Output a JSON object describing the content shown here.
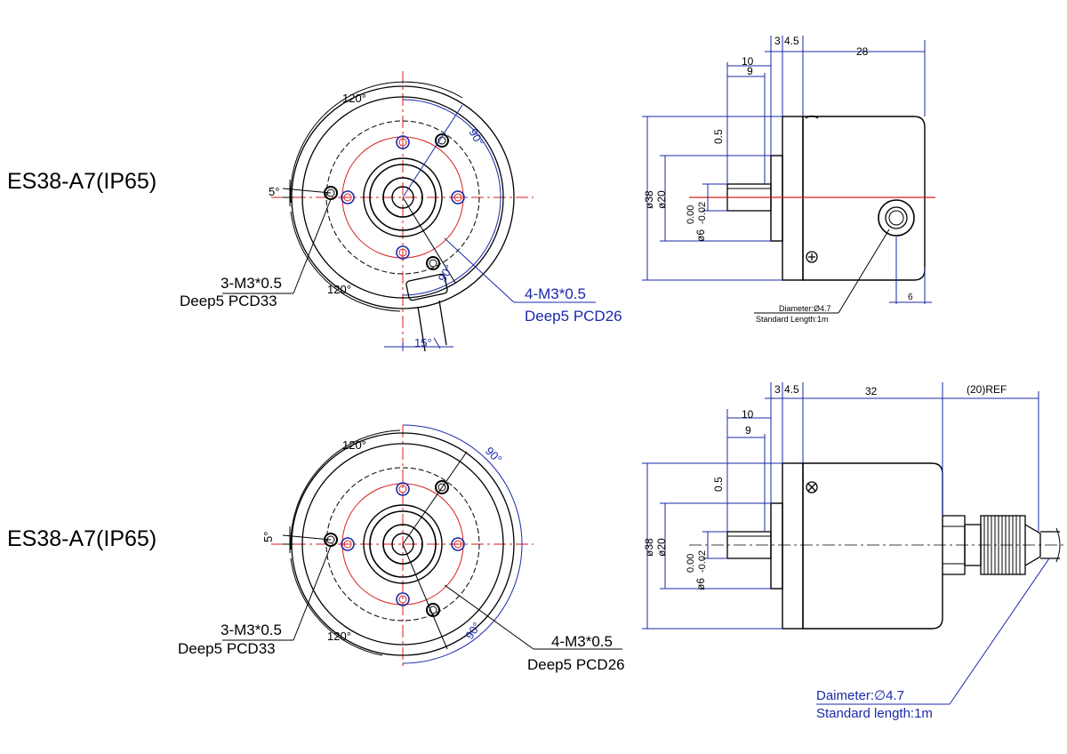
{
  "drawing_1": {
    "model": "ES38-A7(IP65)",
    "front": {
      "angle_a": "120°",
      "angle_b": "120°",
      "angle_c": "90°",
      "angle_d": "90°",
      "angle_e": "5°",
      "angle_f": "15°",
      "holes_outer_line1": "3-M3*0.5",
      "holes_outer_line2": "Deep5 PCD33",
      "holes_inner_line1": "4-M3*0.5",
      "holes_inner_line2": "Deep5 PCD26"
    },
    "side": {
      "d_3": "3",
      "d_45": "4.5",
      "d_28": "28",
      "d_10": "10",
      "d_9": "9",
      "d_05": "0.5",
      "d_38": "ø38",
      "d_20": "ø20",
      "d_6": "ø6",
      "d_tol": "0.00",
      "d_tol2": "-0.02",
      "d_6b": "6",
      "cable_1": "Diameter:Ø4.7",
      "cable_2": "Standard Length:1m"
    }
  },
  "drawing_2": {
    "model": "ES38-A7(IP65)",
    "front": {
      "angle_a": "120°",
      "angle_b": "120°",
      "angle_c": "90°",
      "angle_d": "90°",
      "angle_e": "5°",
      "holes_outer_line1": "3-M3*0.5",
      "holes_outer_line2": "Deep5 PCD33",
      "holes_inner_line1": "4-M3*0.5",
      "holes_inner_line2": "Deep5 PCD26"
    },
    "side": {
      "d_3": "3",
      "d_45": "4.5",
      "d_32": "32",
      "d_ref": "(20)REF",
      "d_10": "10",
      "d_9": "9",
      "d_05": "0.5",
      "d_38": "ø38",
      "d_20": "ø20",
      "d_6": "ø6",
      "d_tol": "0.00",
      "d_tol2": "-0.02",
      "cable_1": "Daimeter:∅4.7",
      "cable_2": "Standard length:1m"
    }
  },
  "colors": {
    "line": "#000000",
    "dimension": "#1a2aa8",
    "centerline": "#d81e1e"
  }
}
